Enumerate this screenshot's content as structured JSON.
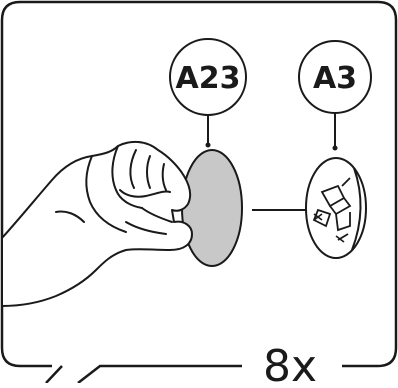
{
  "callouts": {
    "left_label": "A23",
    "right_label": "A3"
  },
  "quantity": "8x",
  "colors": {
    "line": "#1a1a1a",
    "part_fill": "#c8c8c8",
    "background": "#ffffff"
  },
  "icons": [
    "hand-icon",
    "round-adhesive-pad-icon",
    "screw-cap-icon"
  ]
}
